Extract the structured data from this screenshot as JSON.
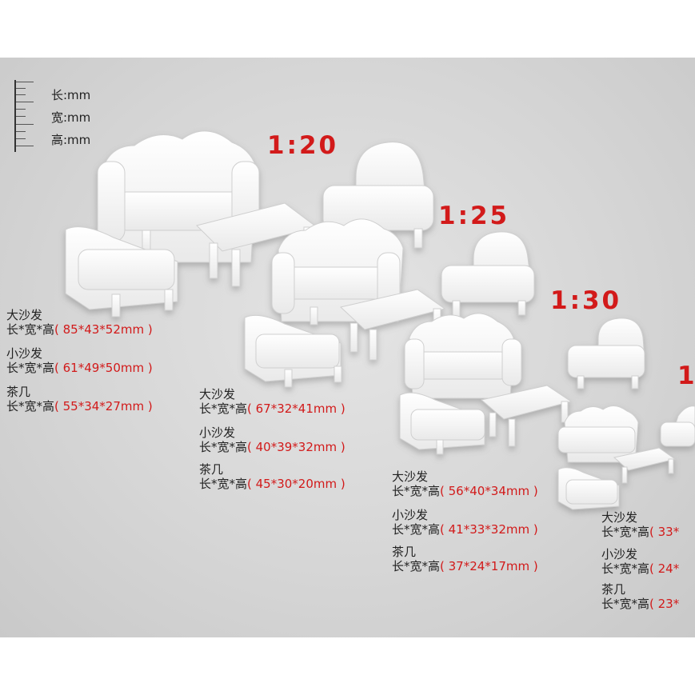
{
  "legend": {
    "length": "长:mm",
    "width": "宽:mm",
    "height": "高:mm"
  },
  "scales": {
    "s20": "1:20",
    "s25": "1:25",
    "s30": "1:30",
    "s_partial": "1"
  },
  "groups": [
    {
      "big_sofa": {
        "name": "大沙发",
        "label": "长*宽*高",
        "value": "( 85*43*52mm )"
      },
      "small_sofa": {
        "name": "小沙发",
        "label": "长*宽*高",
        "value": "( 61*49*50mm )"
      },
      "table": {
        "name": "茶几",
        "label": "长*宽*高",
        "value": "( 55*34*27mm )"
      }
    },
    {
      "big_sofa": {
        "name": "大沙发",
        "label": "长*宽*高",
        "value": "( 67*32*41mm )"
      },
      "small_sofa": {
        "name": "小沙发",
        "label": "长*宽*高",
        "value": "( 40*39*32mm )"
      },
      "table": {
        "name": "茶几",
        "label": "长*宽*高",
        "value": "( 45*30*20mm )"
      }
    },
    {
      "big_sofa": {
        "name": "大沙发",
        "label": "长*宽*高",
        "value": "( 56*40*34mm )"
      },
      "small_sofa": {
        "name": "小沙发",
        "label": "长*宽*高",
        "value": "( 41*33*32mm )"
      },
      "table": {
        "name": "茶几",
        "label": "长*宽*高",
        "value": "( 37*24*17mm )"
      }
    },
    {
      "big_sofa": {
        "name": "大沙发",
        "label": "长*宽*高",
        "value": "( 33*"
      },
      "small_sofa": {
        "name": "小沙发",
        "label": "长*宽*高",
        "value": "( 24*"
      },
      "table": {
        "name": "茶几",
        "label": "长*宽*高",
        "value": "( 23*"
      }
    }
  ],
  "colors": {
    "accent_red": "#d21a1a",
    "background_gray": "#d6d6d6",
    "furniture_white": "#fbfbfb"
  }
}
